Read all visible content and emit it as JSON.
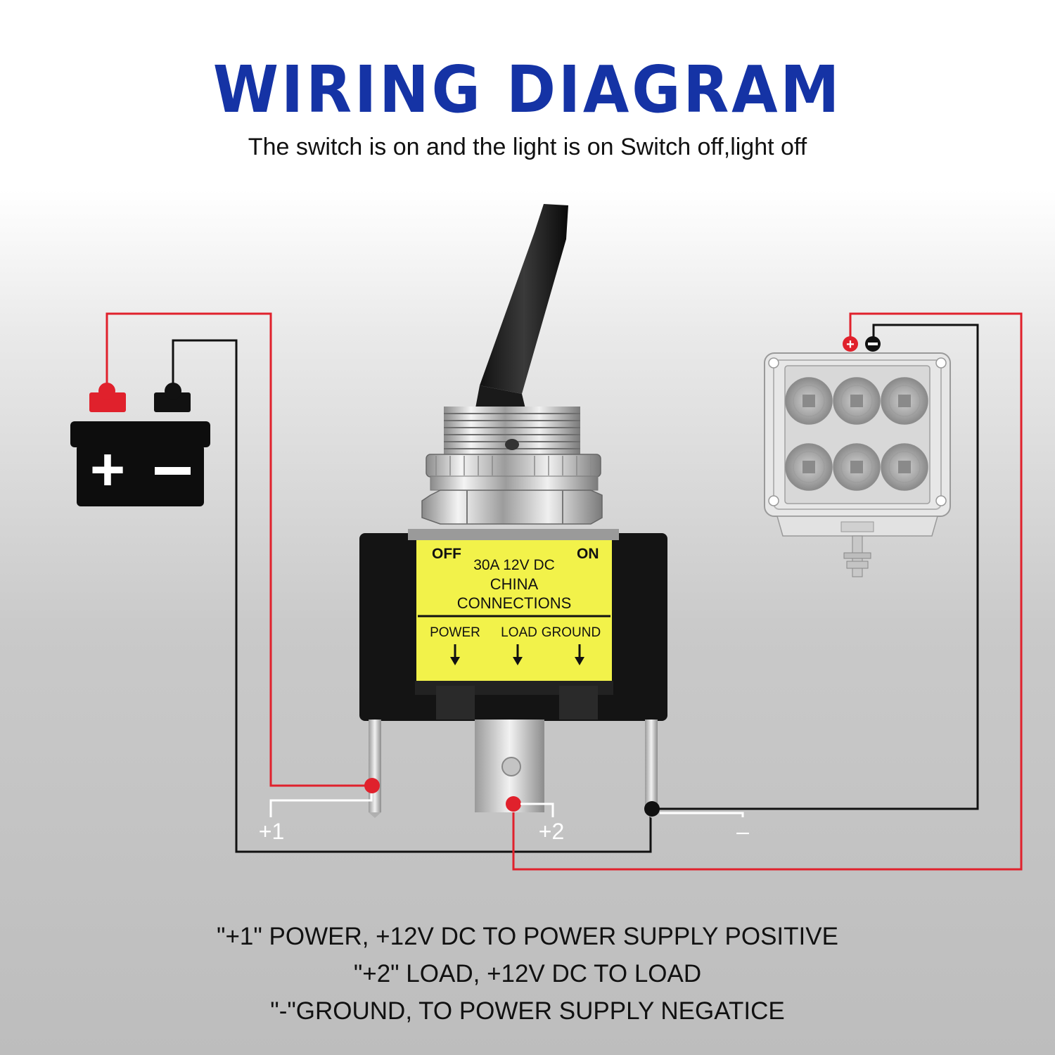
{
  "title": "WIRING DIAGRAM",
  "subtitle": "The switch is on and the light is on Switch off,light off",
  "switch_label": {
    "off": "OFF",
    "on": "ON",
    "rating": "30A  12V DC",
    "origin": "CHINA",
    "connections": "CONNECTIONS",
    "power": "POWER",
    "load": "LOAD",
    "ground": "GROUND"
  },
  "terminals": {
    "plus1": "+1",
    "plus2": "+2",
    "minus": "–"
  },
  "battery": {
    "plus": "+",
    "minus": "–"
  },
  "light": {
    "plus": "+",
    "minus": "–"
  },
  "notes": [
    "\"+1\" POWER, +12V DC TO POWER SUPPLY POSITIVE",
    "\"+2\" LOAD, +12V DC TO LOAD",
    "\"-\"GROUND, TO POWER SUPPLY NEGATICE"
  ],
  "colors": {
    "title": "#1533a5",
    "wire_positive": "#e0212c",
    "wire_negative": "#111111",
    "switch_label_bg": "#f2f24a"
  }
}
